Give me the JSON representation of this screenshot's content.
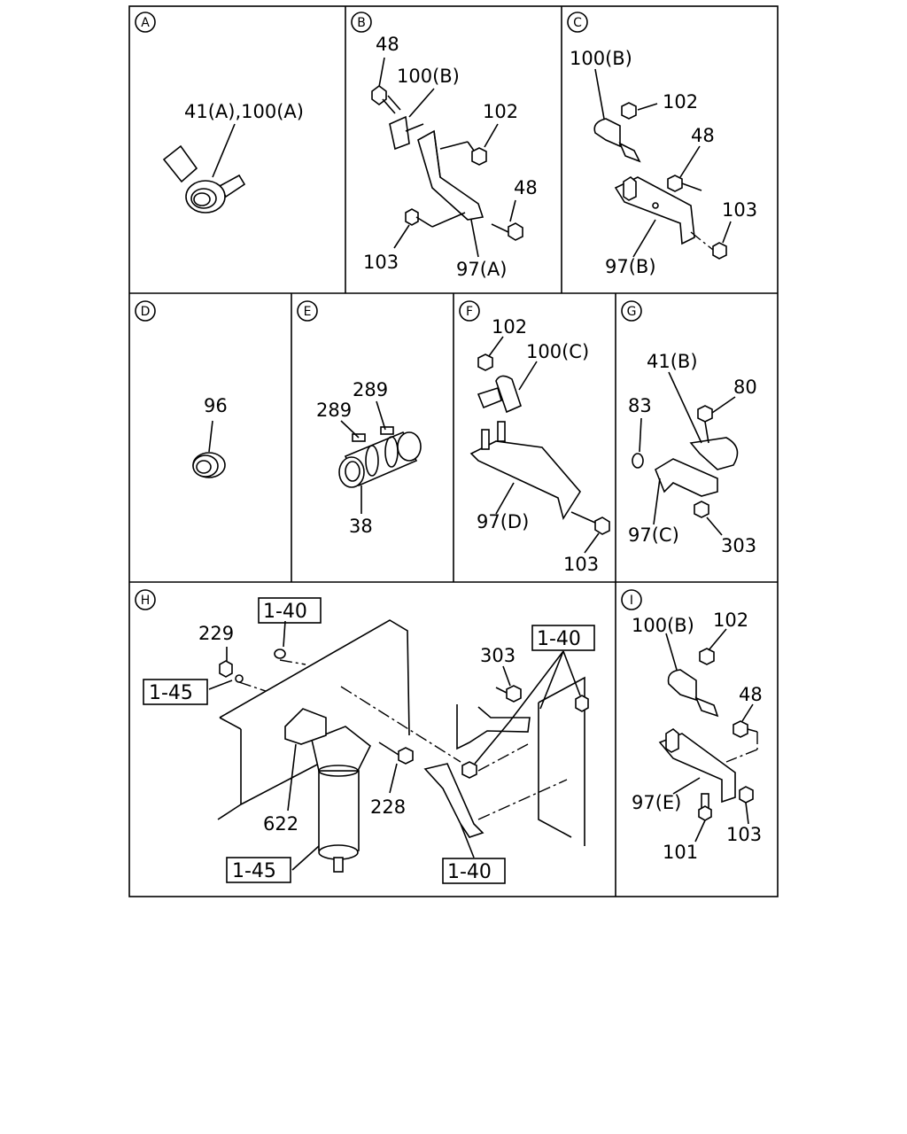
{
  "panels": {
    "A": {
      "letter": "A",
      "labels": [
        "41(A),100(A)"
      ]
    },
    "B": {
      "letter": "B",
      "labels": [
        "48",
        "100(B)",
        "102",
        "48",
        "103",
        "97(A)"
      ]
    },
    "C": {
      "letter": "C",
      "labels": [
        "100(B)",
        "102",
        "48",
        "103",
        "97(B)"
      ]
    },
    "D": {
      "letter": "D",
      "labels": [
        "96"
      ]
    },
    "E": {
      "letter": "E",
      "labels": [
        "289",
        "289",
        "38"
      ]
    },
    "F": {
      "letter": "F",
      "labels": [
        "102",
        "100(C)",
        "97(D)",
        "103"
      ]
    },
    "G": {
      "letter": "G",
      "labels": [
        "41(B)",
        "80",
        "83",
        "97(C)",
        "303"
      ]
    },
    "H": {
      "letter": "H",
      "labels": [
        "229",
        "303",
        "228",
        "622"
      ],
      "refs": [
        "1-40",
        "1-45",
        "1-40",
        "1-45",
        "1-40"
      ]
    },
    "I": {
      "letter": "I",
      "labels": [
        "100(B)",
        "102",
        "48",
        "97(E)",
        "103",
        "101"
      ]
    }
  }
}
